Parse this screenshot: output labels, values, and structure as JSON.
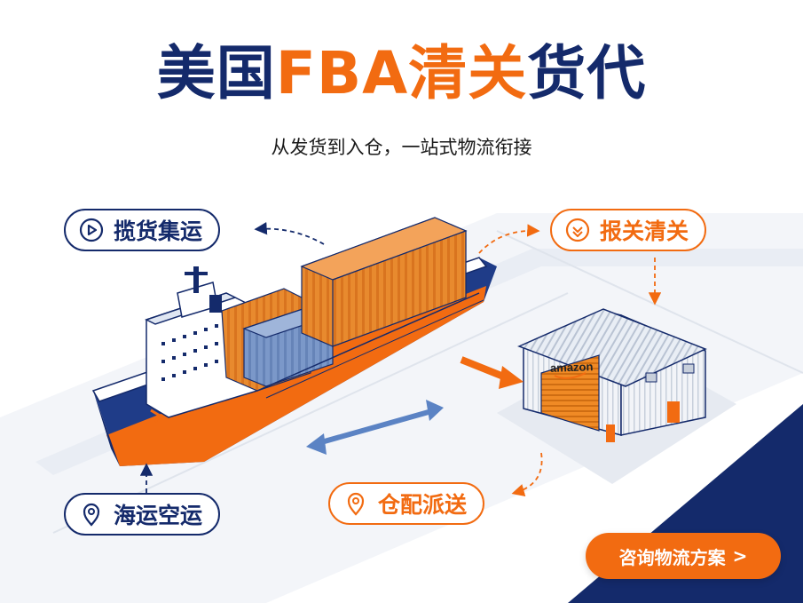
{
  "header": {
    "title_part1": "美国",
    "title_part2": "FBA清关",
    "title_part3": "货代",
    "subtitle": "从发货到入仓，一站式物流衔接"
  },
  "labels": {
    "pickup": "揽货集运",
    "customs": "报关清关",
    "freight": "海运空运",
    "warehouse": "仓配派送"
  },
  "warehouse_brand": "amazon",
  "cta": {
    "label": "咨询物流方案",
    "chevron": ">"
  },
  "colors": {
    "navy": "#142a6b",
    "orange": "#f26b11",
    "blue_arrow": "#5b83c4"
  },
  "icons": {
    "pickup": "play-circle-icon",
    "customs": "download-circle-icon",
    "freight": "location-pin-icon",
    "warehouse": "location-pin-icon"
  }
}
